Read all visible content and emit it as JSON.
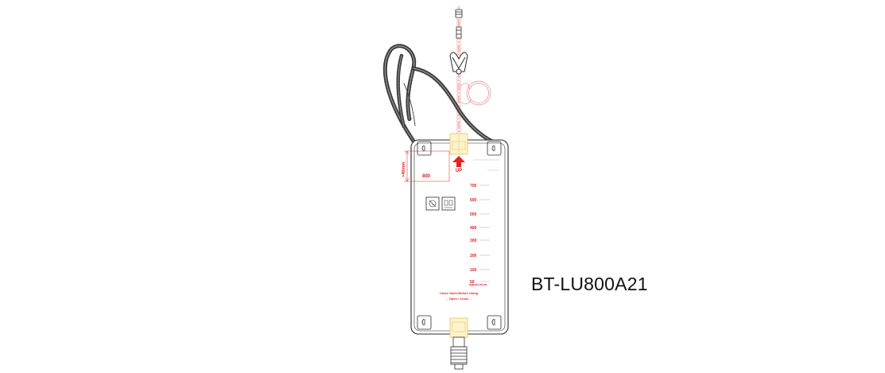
{
  "model_code": "BT-LU800A21",
  "colors": {
    "outline": "#2b2b2b",
    "annotation": "#e8201e",
    "port_fill": "#fdf4cf",
    "port_stroke": "#e6c35a",
    "bag_fill": "#ffffff"
  },
  "annotations": {
    "dimension_label": ">40mm",
    "capacity_label": "800",
    "up_label": "UP",
    "approx_label": "Approx.ml.ml.",
    "instruction_line1": "Close Valve Before Using",
    "instruction_line2": "→ Open / Close ←"
  },
  "scale": {
    "marks": [
      {
        "value": "700"
      },
      {
        "value": "600"
      },
      {
        "value": "500"
      },
      {
        "value": "400"
      },
      {
        "value": "300"
      },
      {
        "value": "200"
      },
      {
        "value": "100"
      },
      {
        "value": "50"
      }
    ]
  },
  "icons": {
    "symbol_left": "sterile-symbol-icon",
    "symbol_right": "manufacturer-symbol-icon",
    "up_arrow": "up-arrow-icon",
    "clamp": "clamp-icon",
    "strap": "strap-icon"
  }
}
